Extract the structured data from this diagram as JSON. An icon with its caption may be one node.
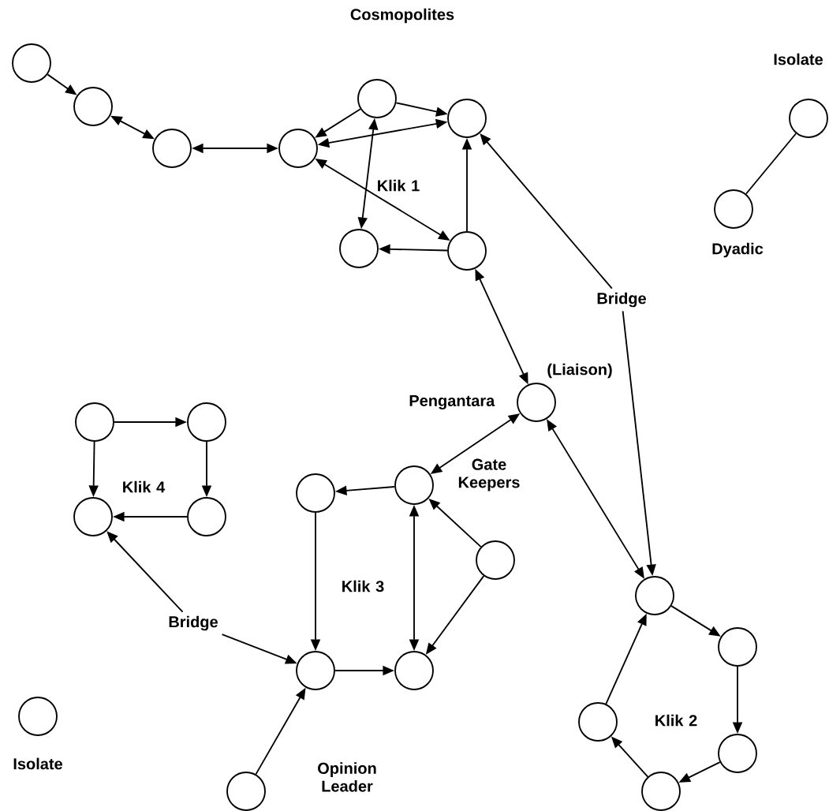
{
  "diagram": {
    "nodes": [
      {
        "text": [],
        "shape": "circle"
      },
      {
        "text": [],
        "shape": "circle"
      },
      {
        "text": [],
        "shape": "circle"
      },
      {
        "text": [],
        "shape": "circle"
      },
      {
        "text": [],
        "shape": "circle"
      },
      {
        "text": [],
        "shape": "circle"
      },
      {
        "text": [],
        "shape": "circle"
      },
      {
        "text": [],
        "shape": "circle"
      },
      {
        "text": [],
        "shape": "circle",
        "beside": [
          "Isolate"
        ]
      },
      {
        "text": [],
        "shape": "circle",
        "beside": [
          "Dyadic"
        ]
      },
      {
        "text": [
          "Bridge"
        ]
      },
      {
        "text": [],
        "shape": "circle",
        "beside": [
          "(Liaison)",
          "Pengantara"
        ]
      },
      {
        "text": [],
        "shape": "circle"
      },
      {
        "text": [],
        "shape": "circle"
      },
      {
        "text": [],
        "shape": "circle"
      },
      {
        "text": [],
        "shape": "circle"
      },
      {
        "text": [],
        "shape": "circle"
      },
      {
        "text": [],
        "shape": "circle",
        "beside": [
          "Gate Keepers"
        ]
      },
      {
        "text": [],
        "shape": "circle"
      },
      {
        "text": [
          "Bridge"
        ]
      },
      {
        "text": [],
        "shape": "circle"
      },
      {
        "text": [],
        "shape": "circle"
      },
      {
        "text": [],
        "shape": "circle"
      },
      {
        "text": [],
        "shape": "circle"
      },
      {
        "text": [],
        "shape": "circle"
      },
      {
        "text": [],
        "shape": "circle"
      },
      {
        "text": [],
        "shape": "circle"
      },
      {
        "text": [],
        "shape": "circle"
      },
      {
        "text": [],
        "shape": "circle",
        "beside": [
          "Isolate"
        ]
      }
    ],
    "edges": [
      {
        "from": 0,
        "to": 1,
        "arrow": "to"
      },
      {
        "from": 1,
        "to": 2,
        "arrow": "both"
      },
      {
        "from": 2,
        "to": 3,
        "arrow": "both"
      },
      {
        "from": 4,
        "to": 3,
        "arrow": "to"
      },
      {
        "from": 4,
        "to": 6,
        "arrow": "both"
      },
      {
        "from": 4,
        "to": 5,
        "arrow": "to"
      },
      {
        "from": 3,
        "to": 5,
        "arrow": "both"
      },
      {
        "from": 3,
        "to": 7,
        "arrow": "both"
      },
      {
        "from": 7,
        "to": 5,
        "arrow": "to"
      },
      {
        "from": 7,
        "to": 6,
        "arrow": "to"
      },
      {
        "from": 10,
        "to": 5,
        "arrow": "to"
      },
      {
        "from": 10,
        "to": 23,
        "arrow": "to"
      },
      {
        "from": 8,
        "to": 9,
        "arrow": "none"
      },
      {
        "from": 7,
        "to": 11,
        "arrow": "both"
      },
      {
        "from": 11,
        "to": 17,
        "arrow": "both"
      },
      {
        "from": 11,
        "to": 23,
        "arrow": "both"
      },
      {
        "from": 12,
        "to": 13,
        "arrow": "to"
      },
      {
        "from": 12,
        "to": 14,
        "arrow": "to"
      },
      {
        "from": 13,
        "to": 15,
        "arrow": "to"
      },
      {
        "from": 15,
        "to": 14,
        "arrow": "to"
      },
      {
        "from": 17,
        "to": 16,
        "arrow": "to"
      },
      {
        "from": 16,
        "to": 20,
        "arrow": "to"
      },
      {
        "from": 20,
        "to": 21,
        "arrow": "to"
      },
      {
        "from": 17,
        "to": 21,
        "arrow": "both"
      },
      {
        "from": 18,
        "to": 17,
        "arrow": "to"
      },
      {
        "from": 18,
        "to": 21,
        "arrow": "to"
      },
      {
        "from": 19,
        "to": 14,
        "arrow": "to"
      },
      {
        "from": 19,
        "to": 20,
        "arrow": "to"
      },
      {
        "from": 22,
        "to": 20,
        "arrow": "to"
      },
      {
        "from": 23,
        "to": 24,
        "arrow": "to"
      },
      {
        "from": 24,
        "to": 25,
        "arrow": "to"
      },
      {
        "from": 25,
        "to": 26,
        "arrow": "to"
      },
      {
        "from": 26,
        "to": 27,
        "arrow": "to"
      },
      {
        "from": 27,
        "to": 23,
        "arrow": "to"
      }
    ],
    "labels": [
      "Cosmopolites",
      "Klik 1",
      "Klik 4",
      "Klik 3",
      "Opinion Leader",
      "Klik 2"
    ]
  }
}
